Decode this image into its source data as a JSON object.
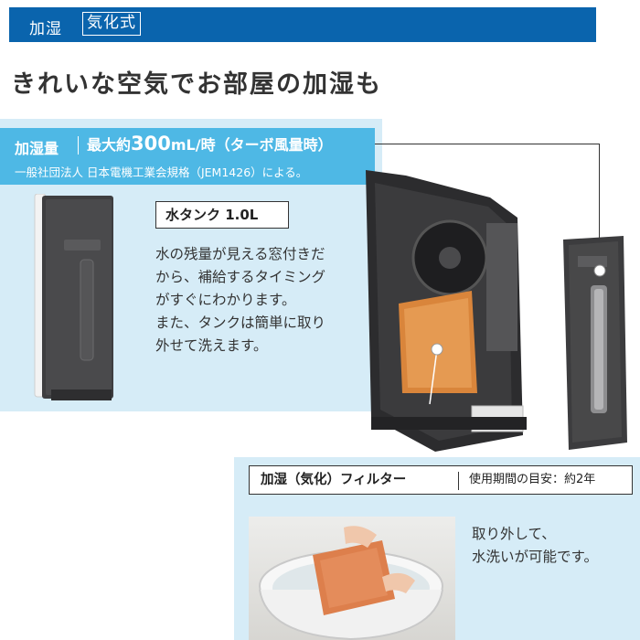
{
  "header": {
    "label": "加湿",
    "boxed_label": "気化式"
  },
  "title": "きれいな空気でお部屋の加湿も",
  "capacity": {
    "label": "加湿量",
    "value_prefix": "最大約",
    "value_number": "300",
    "value_suffix": "mL/時（ターボ風量時）",
    "note": "一般社団法人 日本電機工業会規格（JEM1426）による。"
  },
  "tank": {
    "label": "水タンク 1.0L",
    "lines": [
      "水の残量が見える窓付きだ",
      "から、補給するタイミング",
      "がすぐにわかります。",
      "また、タンクは簡単に取り",
      "外せて洗えます。"
    ]
  },
  "filter": {
    "name": "加湿（気化）フィルター",
    "life": "使用期間の目安：約2年",
    "lines": [
      "取り外して、",
      "水洗いが可能です。"
    ]
  },
  "colors": {
    "header": "#0a64ad",
    "accent": "#4eb8e5",
    "panel": "#d6ecf7"
  }
}
